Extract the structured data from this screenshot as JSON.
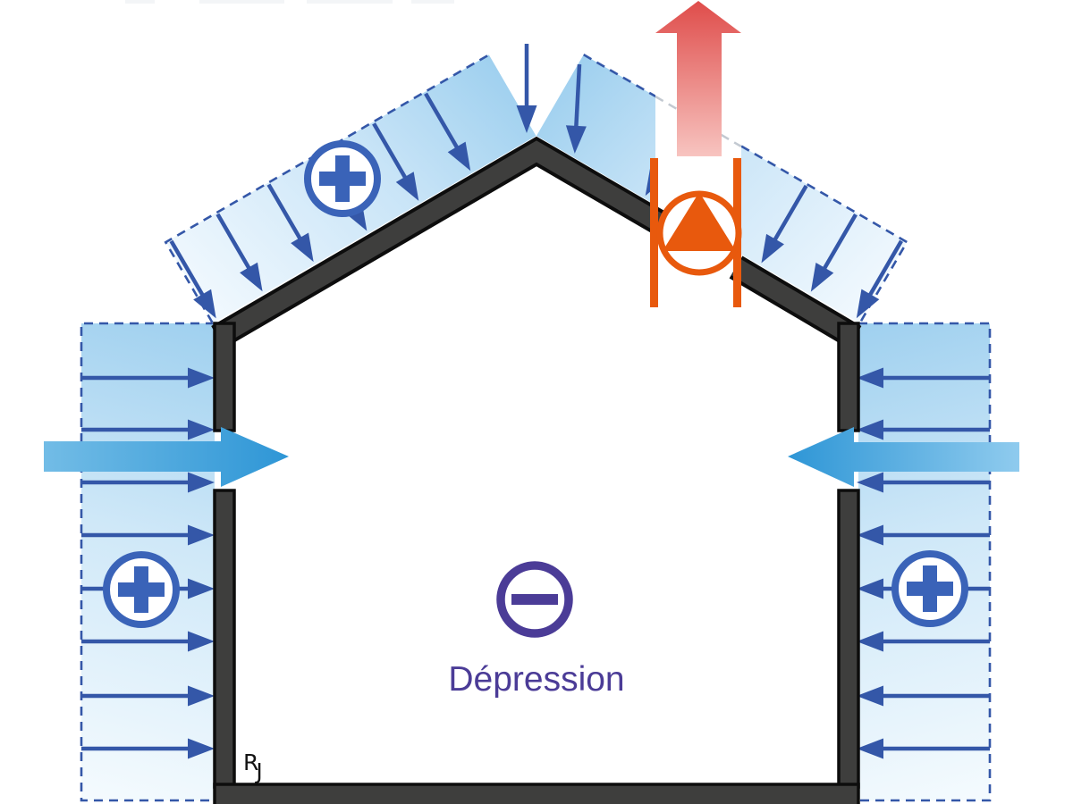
{
  "diagram": {
    "type": "wind-pressure-natural-ventilation-house-diagram",
    "interior_label": "Dépression",
    "signature": {
      "r": "R",
      "j": "J"
    },
    "symbols": {
      "positive_pressure": "plus-in-circle",
      "negative_pressure": "minus-in-circle",
      "roof_extract_fan": "triangle-in-circle-fan",
      "wind_pressure_arrows": "small-blue-arrows-toward-building",
      "air_inlet_arrows": "large-light-blue-horizontal-arrows",
      "exhaust_arrow": "large-red-upward-arrow"
    },
    "colors": {
      "pressure_zone_deep_blue": "#9fd0ef",
      "pressure_zone_light": "#f2f9fe",
      "small_arrow_blue": "#3457a8",
      "dashed_border_blue": "#3457a8",
      "inlet_arrow_blue": "#2e96d6",
      "structure_gray": "#3e3e3d",
      "structure_outline": "#0d0d0d",
      "fan_orange": "#e8590d",
      "exhaust_red_top": "#df4c4a",
      "exhaust_red_bottom": "#f8c6c2",
      "negative_pressure_purple": "#4b3c97"
    }
  }
}
